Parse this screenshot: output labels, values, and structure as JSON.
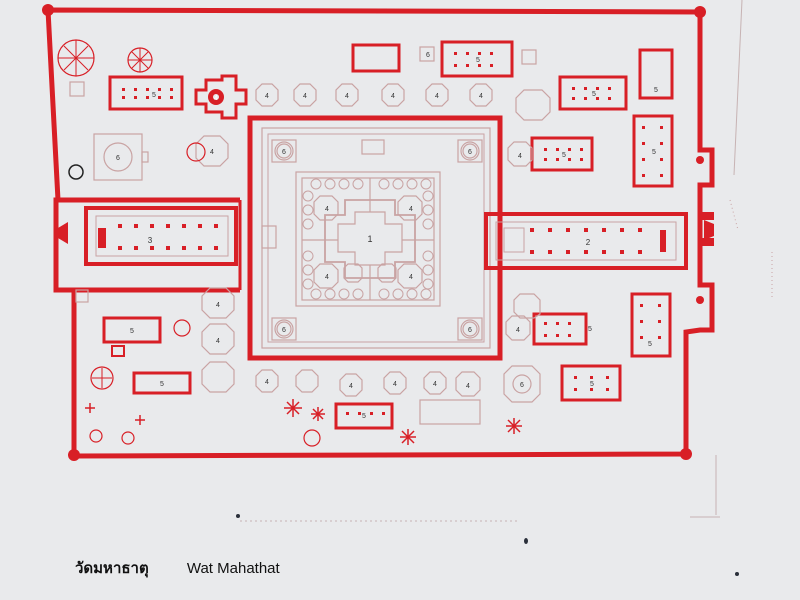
{
  "caption": {
    "thai": "วัดมหาธาตุ",
    "english": "Wat Mahathat"
  },
  "colors": {
    "wall": "#d81f26",
    "outline": "#c9a3a3",
    "paper": "#e9eaec",
    "text": "#111111"
  },
  "numbers": {
    "main_prang": "1",
    "east_viharn": "2",
    "west_viharn": "3",
    "chedi": "4",
    "viharn": "5",
    "mandapa": "6"
  }
}
